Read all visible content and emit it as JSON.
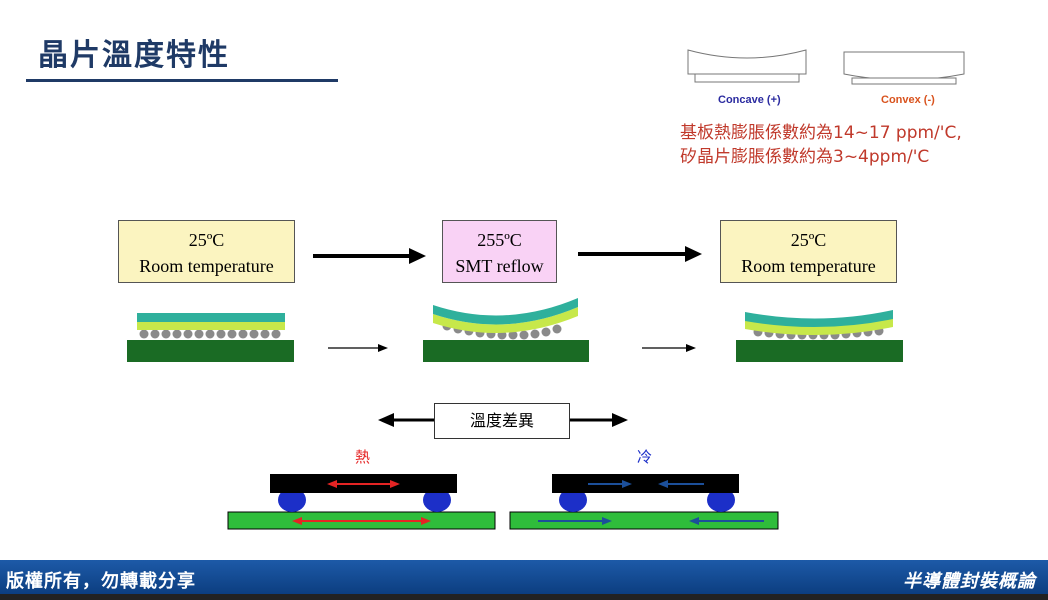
{
  "title": "晶片溫度特性",
  "warpage": {
    "concave_label": "Concave (+)",
    "convex_label": "Convex (-)",
    "concave_color": "#2b2ba0",
    "convex_color": "#d9531e"
  },
  "cte_notes": [
    "基板熱膨脹係數約為14~17 ppm/'C,",
    "矽晶片膨脹係數約為3~4ppm/'C"
  ],
  "stages": [
    {
      "temp": "25ºC",
      "label": "Room temperature",
      "bg": "#fbf4c0"
    },
    {
      "temp": "255ºC",
      "label": "SMT reflow",
      "bg": "#f9d2f5"
    },
    {
      "temp": "25ºC",
      "label": "Room temperature",
      "bg": "#fbf4c0"
    }
  ],
  "difference_label": "溫度差異",
  "hot_label": "熱",
  "cold_label": "冷",
  "hot_color": "#e52424",
  "cold_color": "#1c2fc8",
  "footer": {
    "left": "版權所有，勿轉載分享",
    "right": "半導體封裝概論"
  }
}
